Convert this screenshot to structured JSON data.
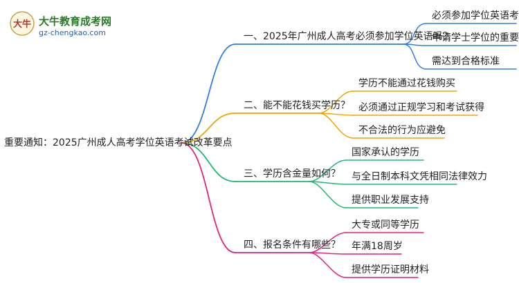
{
  "logo": {
    "title": "大牛教育成考网",
    "url": "gz-chengkao.com",
    "mark": "大牛"
  },
  "root": {
    "label": "重要通知：2025广州成人高考学位英语考试改革要点"
  },
  "branches": [
    {
      "label": "一、2025年广州成人高考必须参加学位英语吗？",
      "color": "#2f7de1",
      "leaves": [
        "必须参加学位英语考试",
        "申请学士学位的重要条件",
        "需达到合格标准"
      ]
    },
    {
      "label": "二、能不能花钱买学历？",
      "color": "#f0a500",
      "leaves": [
        "学历不能通过花钱购买",
        "必须通过正规学习和考试获得",
        "不合法的行为应避免"
      ]
    },
    {
      "label": "三、学历含金量如何？",
      "color": "#22b573",
      "leaves": [
        "国家承认的学历",
        "与全日制本科文凭相同法律效力",
        "提供职业发展支持"
      ]
    },
    {
      "label": "四、报名条件有哪些？",
      "color": "#e4217c",
      "leaves": [
        "大专或同等学历",
        "年满18周岁",
        "提供学历证明材料"
      ]
    }
  ]
}
